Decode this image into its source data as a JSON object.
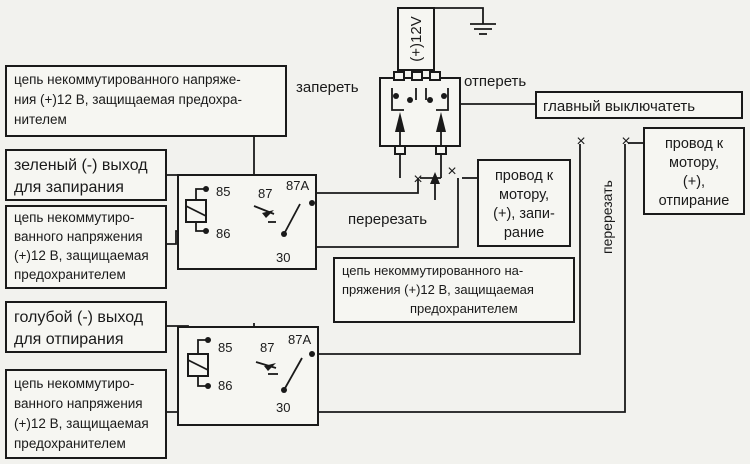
{
  "labels": {
    "unswitched_top_l1": "цепь некоммутированного напряже-",
    "unswitched_top_l2": "ния (+)12 В, защищаемая предохра-",
    "unswitched_top_l3": "нителем",
    "green_out_l1": "зеленый (-) выход",
    "green_out_l2": "для запирания",
    "unswitched_left1_l1": "цепь некоммутиро-",
    "unswitched_left1_l2": "ванного напряжения",
    "unswitched_left1_l3": "(+)12 В, защищаемая",
    "unswitched_left1_l4": "предохранителем",
    "blue_out_l1": "голубой (-) выход",
    "blue_out_l2": "для отпирания",
    "unswitched_left2_l1": "цепь некоммутиро-",
    "unswitched_left2_l2": "ванного напряжения",
    "unswitched_left2_l3": "(+)12 В, защищаемая",
    "unswitched_left2_l4": "предохранителем",
    "unswitched_mid_l1": "цепь некоммутированного на-",
    "unswitched_mid_l2": "пряжения (+)12 В, защищаемая",
    "unswitched_mid_l3": "предохранителем",
    "lock": "запереть",
    "unlock": "отпереть",
    "main_switch": "главный выключатеть",
    "motor_lock_l1": "провод к",
    "motor_lock_l2": "мотору,",
    "motor_lock_l3": "(+), запи-",
    "motor_lock_l4": "рание",
    "motor_unlock_l1": "провод к",
    "motor_unlock_l2": "мотору,",
    "motor_unlock_l3": "(+),",
    "motor_unlock_l4": "отпирание",
    "cut_1": "перерезать",
    "cut_2": "перерезать",
    "plus12v": "(+)12V",
    "relay1_pin85": "85",
    "relay1_pin86": "86",
    "relay1_pin87": "87",
    "relay1_pin87a": "87A",
    "relay1_pin30": "30",
    "relay2_pin85": "85",
    "relay2_pin86": "86",
    "relay2_pin87": "87",
    "relay2_pin87a": "87A",
    "relay2_pin30": "30",
    "cut_mark": "×"
  }
}
